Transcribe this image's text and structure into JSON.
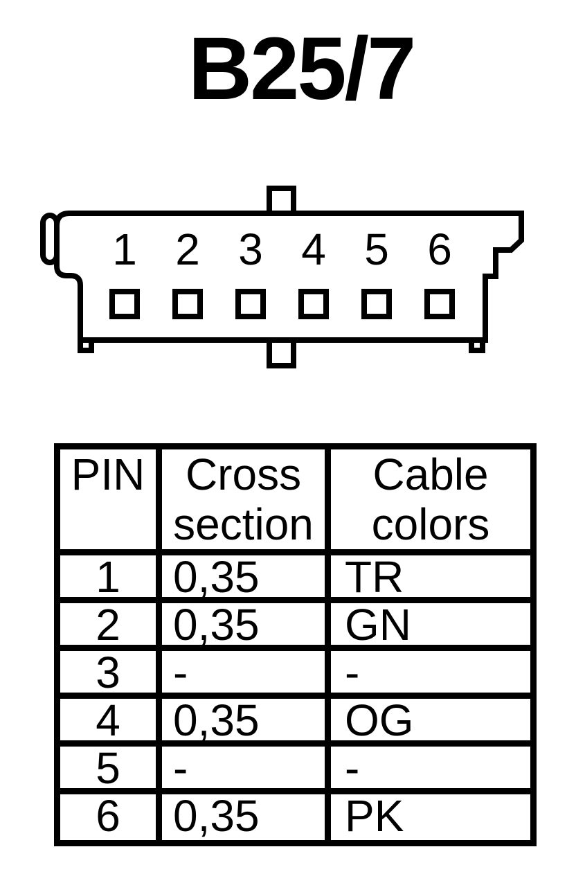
{
  "page_title": "B25/7",
  "connector": {
    "pin_count": 6,
    "pin_labels": [
      "1",
      "2",
      "3",
      "4",
      "5",
      "6"
    ]
  },
  "table": {
    "headers": [
      {
        "line1": "PIN",
        "line2": ""
      },
      {
        "line1": "Cross",
        "line2": "section"
      },
      {
        "line1": "Cable",
        "line2": "colors"
      }
    ],
    "rows": [
      {
        "pin": "1",
        "cross_section": "0,35",
        "cable_color": "TR"
      },
      {
        "pin": "2",
        "cross_section": "0,35",
        "cable_color": "GN"
      },
      {
        "pin": "3",
        "cross_section": "-",
        "cable_color": "-"
      },
      {
        "pin": "4",
        "cross_section": "0,35",
        "cable_color": "OG"
      },
      {
        "pin": "5",
        "cross_section": "-",
        "cable_color": "-"
      },
      {
        "pin": "6",
        "cross_section": "0,35",
        "cable_color": "PK"
      }
    ]
  },
  "colors": {
    "ink": "#000000",
    "background": "#ffffff"
  }
}
